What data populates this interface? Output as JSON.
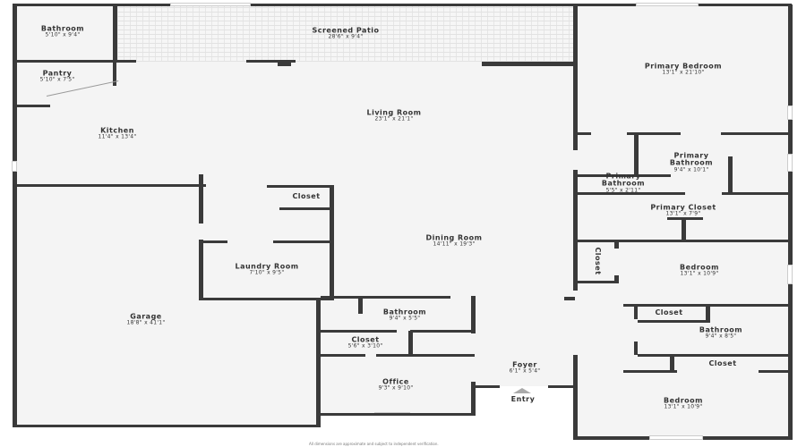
{
  "rooms": {
    "bathroom1": {
      "name": "Bathroom",
      "dims": "5'10\" x 9'4\""
    },
    "patio": {
      "name": "Screened Patio",
      "dims": "28'6\" x 9'4\""
    },
    "pantry": {
      "name": "Pantry",
      "dims": "5'10\" x 7'5\""
    },
    "kitchen": {
      "name": "Kitchen",
      "dims": "11'4\" x 13'4\""
    },
    "living": {
      "name": "Living Room",
      "dims": "23'1\" x 21'1\""
    },
    "primary_bedroom": {
      "name": "Primary Bedroom",
      "dims": "13'1\" x 21'10\""
    },
    "primary_bathroom": {
      "name": "Primary Bathroom",
      "dims": "9'4\" x 10'1\""
    },
    "primary_bathroom_small": {
      "name": "Primary Bathroom",
      "dims": "5'5\" x 2'11\""
    },
    "primary_closet": {
      "name": "Primary Closet",
      "dims": "13'1\" x 7'9\""
    },
    "closet_laundry": {
      "name": "Closet"
    },
    "dining": {
      "name": "Dining Room",
      "dims": "14'11\" x 19'3\""
    },
    "laundry": {
      "name": "Laundry Room",
      "dims": "7'10\" x 9'5\""
    },
    "garage": {
      "name": "Garage",
      "dims": "18'8\" x 41'1\""
    },
    "bedroom2": {
      "name": "Bedroom",
      "dims": "13'1\" x 10'9\""
    },
    "closet_bed2": {
      "name": "Closet"
    },
    "bathroom2": {
      "name": "Bathroom",
      "dims": "9'4\" x 5'5\""
    },
    "closet_hall": {
      "name": "Closet",
      "dims": "5'6\" x 3'10\""
    },
    "office": {
      "name": "Office",
      "dims": "9'3\" x 9'10\""
    },
    "foyer": {
      "name": "Foyer",
      "dims": "6'1\" x 5'4\""
    },
    "closet_bath3": {
      "name": "Closet"
    },
    "bathroom3": {
      "name": "Bathroom",
      "dims": "9'4\" x 8'5\""
    },
    "closet_bed3": {
      "name": "Closet"
    },
    "bedroom3": {
      "name": "Bedroom",
      "dims": "13'1\" x 10'9\""
    }
  },
  "entry": "Entry",
  "footer": "All dimensions are approximate and subject to independent verification."
}
